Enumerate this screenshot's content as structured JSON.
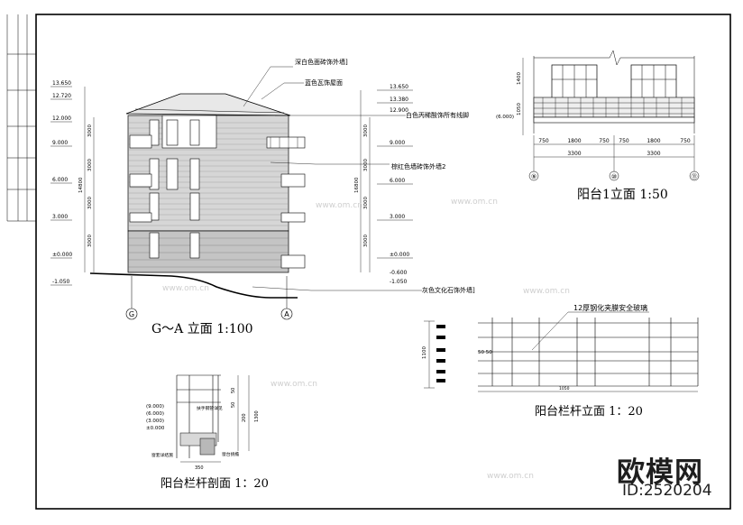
{
  "elevation": {
    "title": "G～A 立面 1:100",
    "axis_left": "G",
    "axis_right": "A",
    "levels_left": [
      "13.650",
      "12.720",
      "12.000",
      "9.000",
      "6.000",
      "3.000",
      "±0.000",
      "-1.050"
    ],
    "levels_right": [
      "13.650",
      "13.380",
      "12.900",
      "9.000",
      "6.000",
      "3.000",
      "±0.000",
      "-0.600",
      "-1.050"
    ],
    "dims_left": [
      "3000",
      "3000",
      "3000",
      "3000",
      "14800"
    ],
    "dims_right": [
      "3000",
      "3000",
      "3000",
      "3000",
      "16800"
    ],
    "notes": [
      "深白色面砖饰外墙]",
      "蓝色瓦饰屋面",
      "白色丙稀酸饰所有线脚",
      "棕红色墙砖饰外墙2",
      "灰色文化石饰外墙]"
    ]
  },
  "balcony_elevation": {
    "title": "阳台1立面 1:50",
    "dims_top": [
      "750",
      "1800",
      "750",
      "750",
      "1800",
      "750"
    ],
    "dims_total": [
      "3300",
      "3300"
    ],
    "axes": [
      "⑨",
      "⑩",
      "⑪"
    ],
    "height_labels": [
      "1400",
      "1050"
    ],
    "level": "(6.000)"
  },
  "railing_elevation": {
    "title": "阳台栏杆立面 1：20",
    "note": "12厚钢化夹膜安全玻璃",
    "height_label": "1100",
    "width_label": "1050",
    "pitch_label": "50 50"
  },
  "railing_section": {
    "title": "阳台栏杆剖面 1：20",
    "levels": [
      "(9.000)",
      "(6.000)",
      "(3.000)",
      "±0.000"
    ],
    "dims": [
      "50",
      "50",
      "200",
      "1300",
      "350"
    ],
    "notes": [
      "扶手钢管详见",
      "窗台挑檐",
      "窗套详结施"
    ]
  },
  "watermark": {
    "brand": "欧模网",
    "id": "ID:2520204",
    "url": "www.om.cn"
  }
}
